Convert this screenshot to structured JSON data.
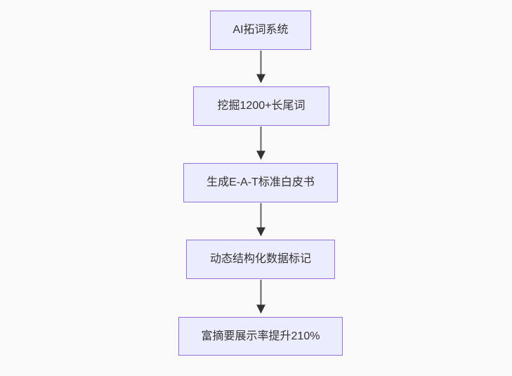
{
  "diagram": {
    "type": "flowchart",
    "direction": "top-down",
    "colors": {
      "background": "#fafafa",
      "node_fill": "#ECECFF",
      "node_border": "#9370DB",
      "text": "#333333",
      "arrow_line": "#666666",
      "arrow_head": "#333333"
    },
    "nodes": [
      {
        "label": "AI拓词系统"
      },
      {
        "label": "挖掘1200+长尾词"
      },
      {
        "label": "生成E-A-T标准白皮书"
      },
      {
        "label": "动态结构化数据标记"
      },
      {
        "label": "富摘要展示率提升210%"
      }
    ],
    "edges": [
      {
        "from": "AI拓词系统",
        "to": "挖掘1200+长尾词"
      },
      {
        "from": "挖掘1200+长尾词",
        "to": "生成E-A-T标准白皮书"
      },
      {
        "from": "生成E-A-T标准白皮书",
        "to": "动态结构化数据标记"
      },
      {
        "from": "动态结构化数据标记",
        "to": "富摘要展示率提升210%"
      }
    ]
  }
}
